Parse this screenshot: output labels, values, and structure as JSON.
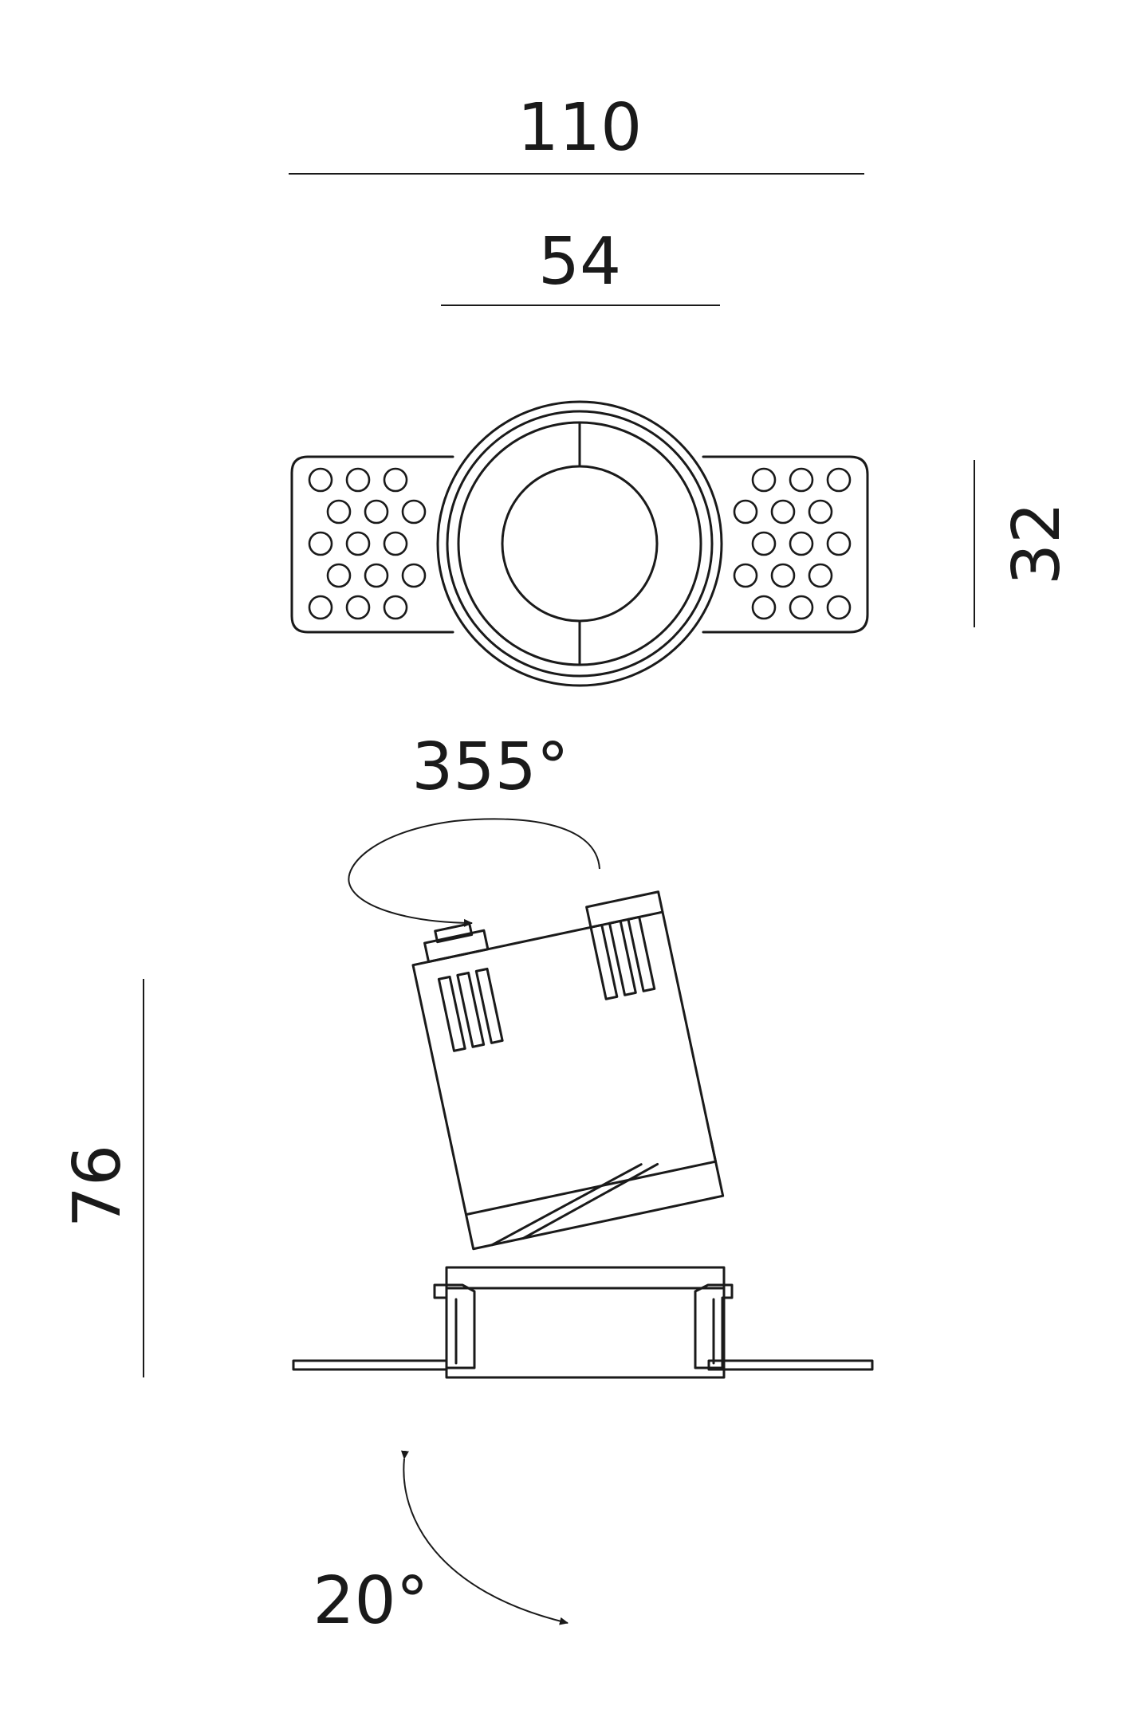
{
  "dimensions": {
    "overall_width": "110",
    "inner_width": "54",
    "trim_height": "32",
    "body_height": "76"
  },
  "angles": {
    "rotation": "355°",
    "tilt": "20°"
  },
  "colors": {
    "line": "#1a1a1a",
    "background": "#ffffff"
  }
}
